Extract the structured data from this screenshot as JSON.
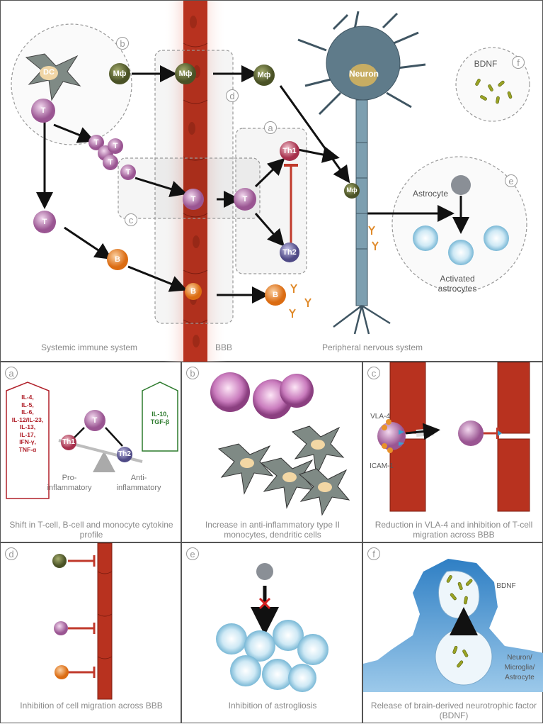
{
  "top": {
    "labels": {
      "systemic": "Systemic immune system",
      "bbb": "BBB",
      "pns": "Peripheral nervous system"
    },
    "letters": {
      "a": "a",
      "b": "b",
      "c": "c",
      "d": "d",
      "e": "e",
      "f": "f"
    },
    "cells": {
      "dc": "DC",
      "mphi": "Mф",
      "t": "T",
      "b": "B",
      "th1": "Th1",
      "th2": "Th2",
      "neuron": "Neuron",
      "astrocyte": "Astrocyte",
      "activated": "Activated astrocytes",
      "bdnf": "BDNF"
    }
  },
  "panels": {
    "a": {
      "letter": "a",
      "caption": "Shift in T-cell, B-cell and monocyte cytokine profile",
      "pro_cytokines": [
        "IL-4,",
        "IL-5,",
        "IL-6,",
        "IL-12/IL-23,",
        "IL-13,",
        "IL-17,",
        "IFN-γ,",
        "TNF-α"
      ],
      "anti_cytokines": [
        "IL-10,",
        "TGF-β"
      ],
      "pro_label": "Pro-inflammatory",
      "anti_label": "Anti-inflammatory",
      "t": "T",
      "th1": "Th1",
      "th2": "Th2"
    },
    "b": {
      "letter": "b",
      "caption": "Increase in anti-inflammatory type II monocytes, dendritic cells"
    },
    "c": {
      "letter": "c",
      "caption": "Reduction in VLA-4 and inhibition of T-cell migration across BBB",
      "vla4": "VLA-4",
      "icam1": "ICAM-1"
    },
    "d": {
      "letter": "d",
      "caption": "Inhibition of cell migration across BBB"
    },
    "e": {
      "letter": "e",
      "caption": "Inhibition of astrogliosis"
    },
    "f": {
      "letter": "f",
      "caption": "Release of brain-derived neurotrophic factor (BDNF)",
      "bdnf": "BDNF",
      "source": "Neuron/ Microglia/ Astrocyte"
    }
  },
  "colors": {
    "vessel": "#b8321f",
    "macrophage": "#5c6630",
    "tcell": "#a2619c",
    "th2": "#5f5a94",
    "bcell": "#e07a22",
    "inhibit": "#c0392b",
    "astro_glow": "#9fd3ea",
    "bdnf_rod": "#9aa324"
  }
}
